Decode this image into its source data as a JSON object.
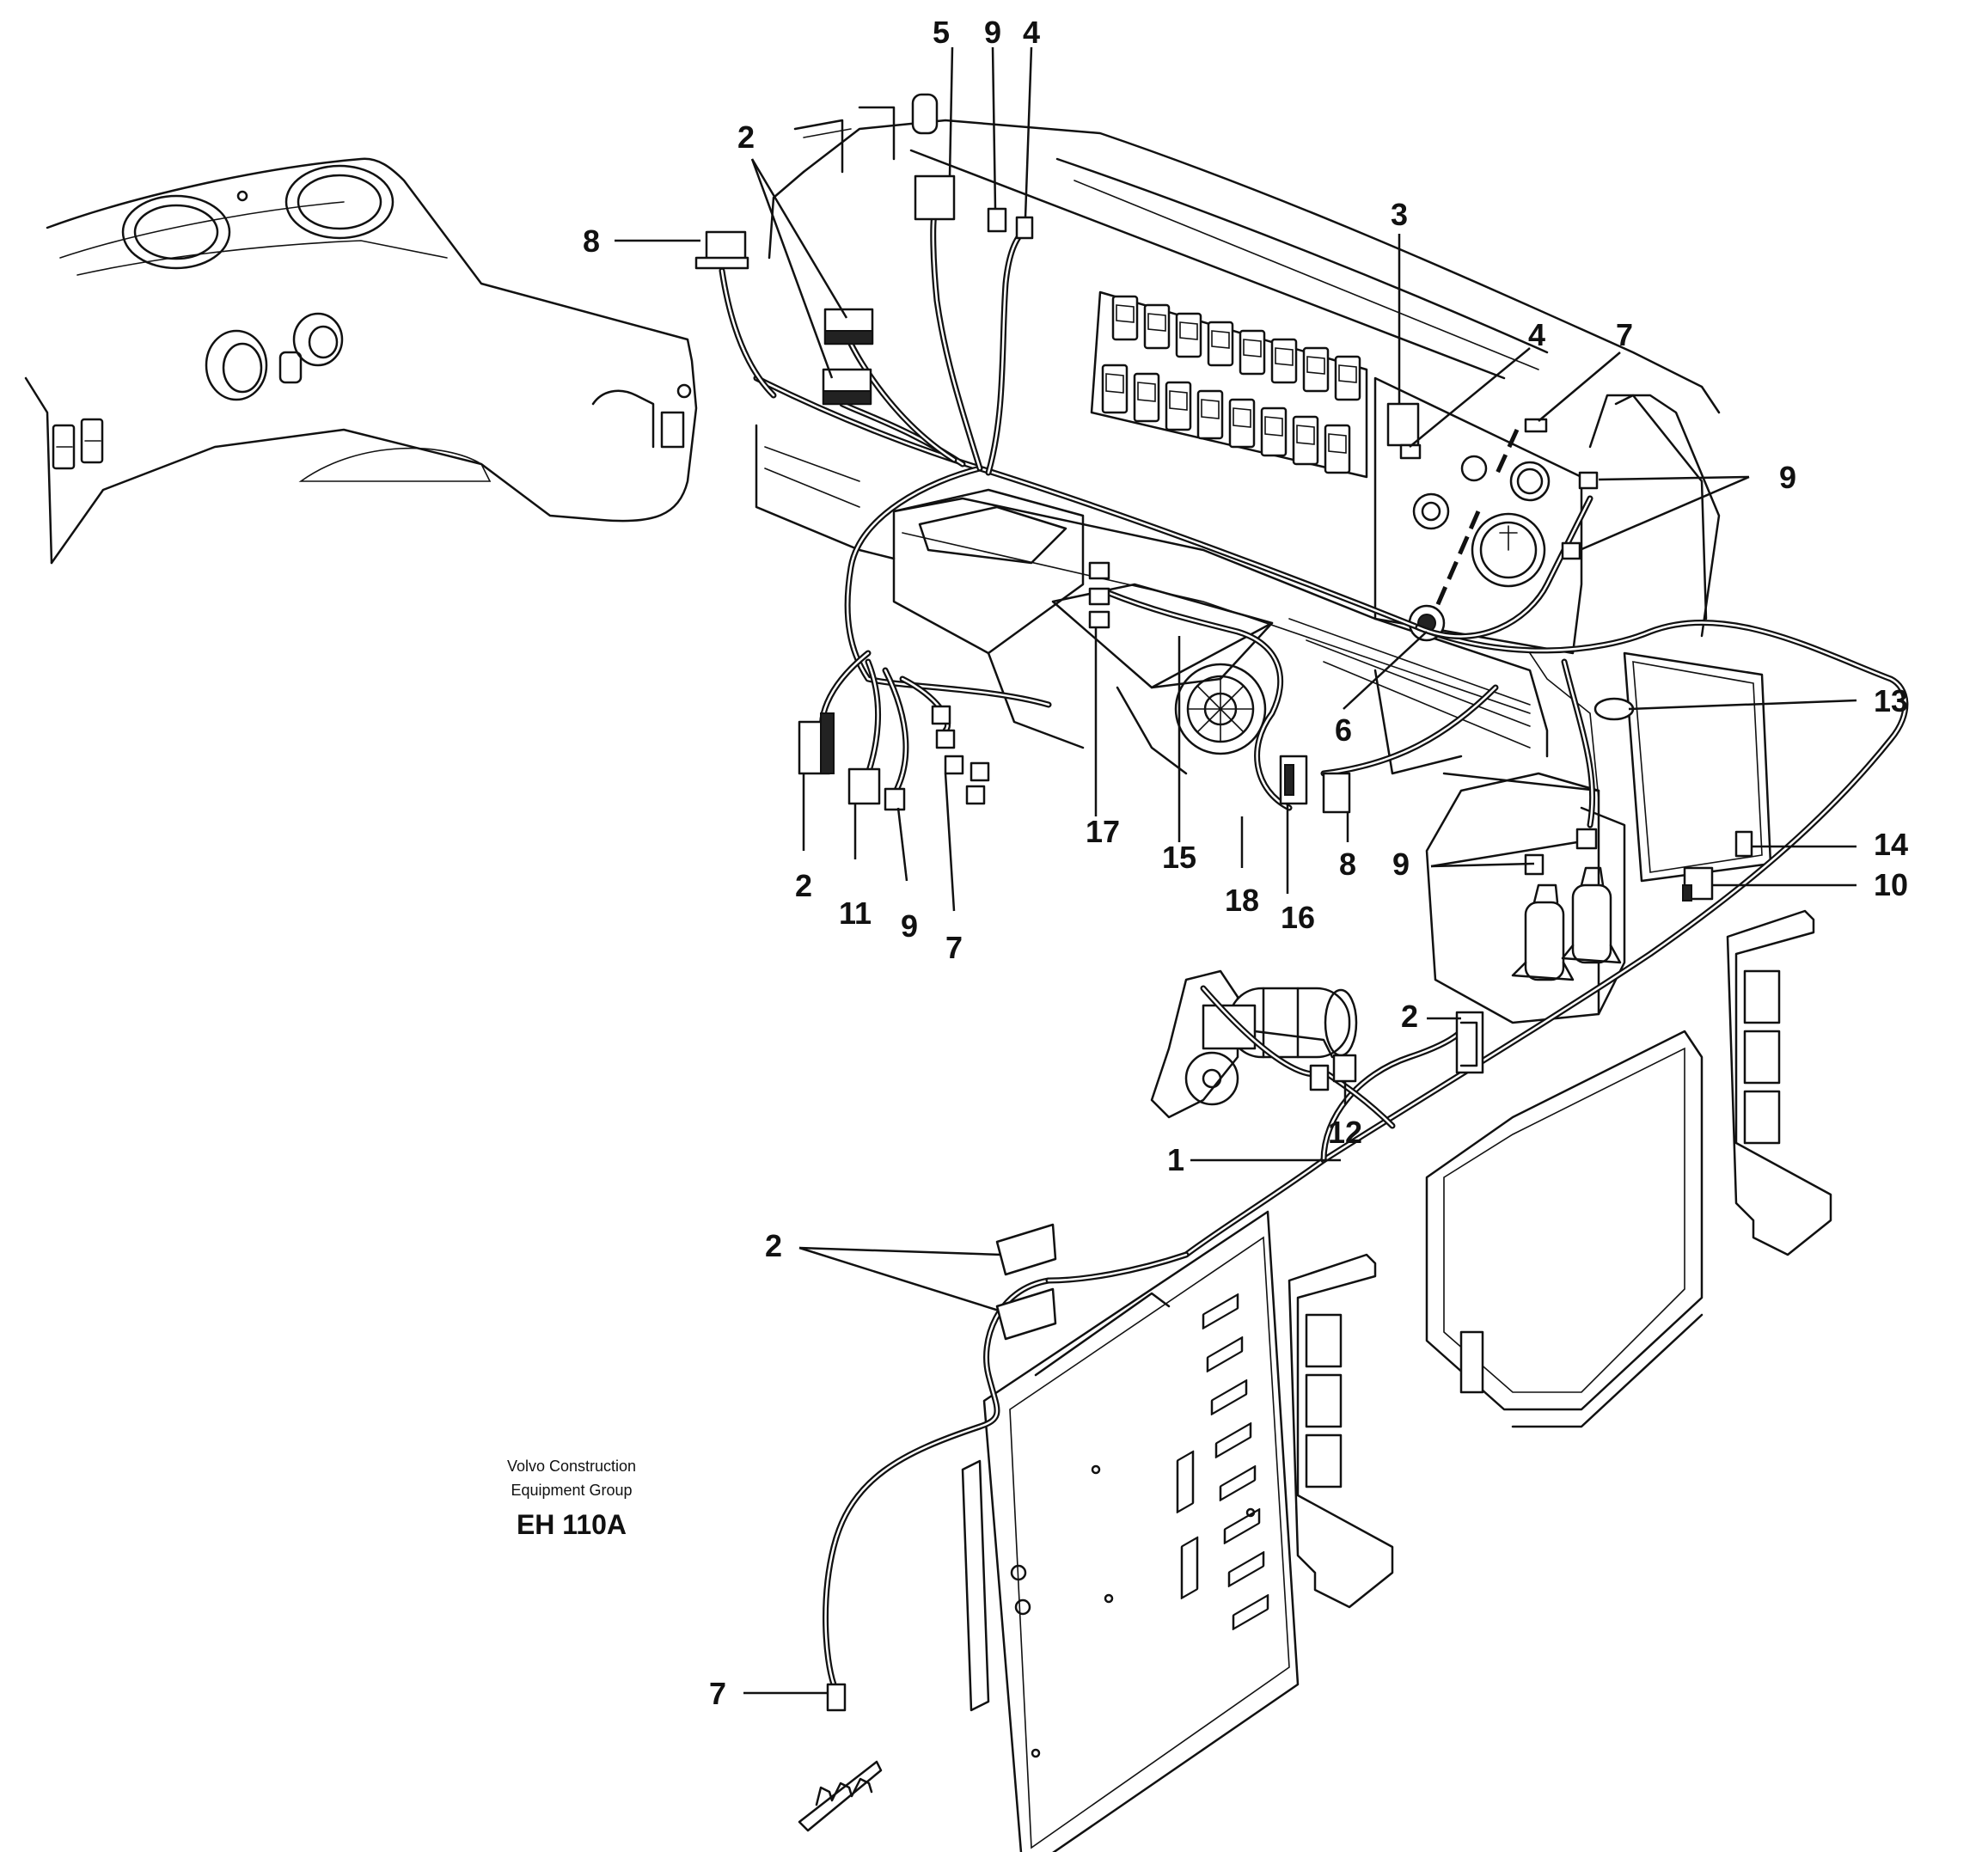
{
  "figure": {
    "callouts": {
      "c5": "5",
      "c9a": "9",
      "c4a": "4",
      "c2a": "2",
      "c8a": "8",
      "c3": "3",
      "c4b": "4",
      "c7a": "7",
      "c9b": "9",
      "c13": "13",
      "c6": "6",
      "c17": "17",
      "c15": "15",
      "c18": "18",
      "c16": "16",
      "c8b": "8",
      "c9c": "9",
      "c14": "14",
      "c10": "10",
      "c2b": "2",
      "c11": "11",
      "c9d": "9",
      "c7b": "7",
      "c2c": "2",
      "c12": "12",
      "c1": "1",
      "c2d": "2",
      "c7c": "7"
    },
    "caption": {
      "line1": "Volvo Construction",
      "line2": "Equipment Group",
      "code": "EH 110A"
    }
  }
}
